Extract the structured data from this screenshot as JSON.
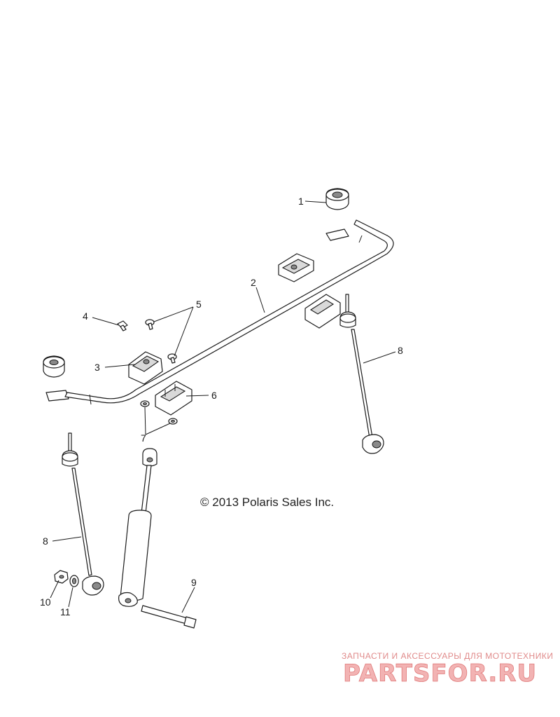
{
  "callouts": {
    "c1": "1",
    "c2": "2",
    "c3": "3",
    "c4": "4",
    "c5": "5",
    "c6": "6",
    "c7": "7",
    "c8a": "8",
    "c8b": "8",
    "c9": "9",
    "c10": "10",
    "c11": "11"
  },
  "copyright": "© 2013 Polaris Sales Inc.",
  "watermark": {
    "tagline": "ЗАПЧАСТИ И АКСЕССУАРЫ ДЛЯ МОТОТЕХНИКИ",
    "brand": "PARTSFOR.RU",
    "color": "#e07a7a"
  }
}
